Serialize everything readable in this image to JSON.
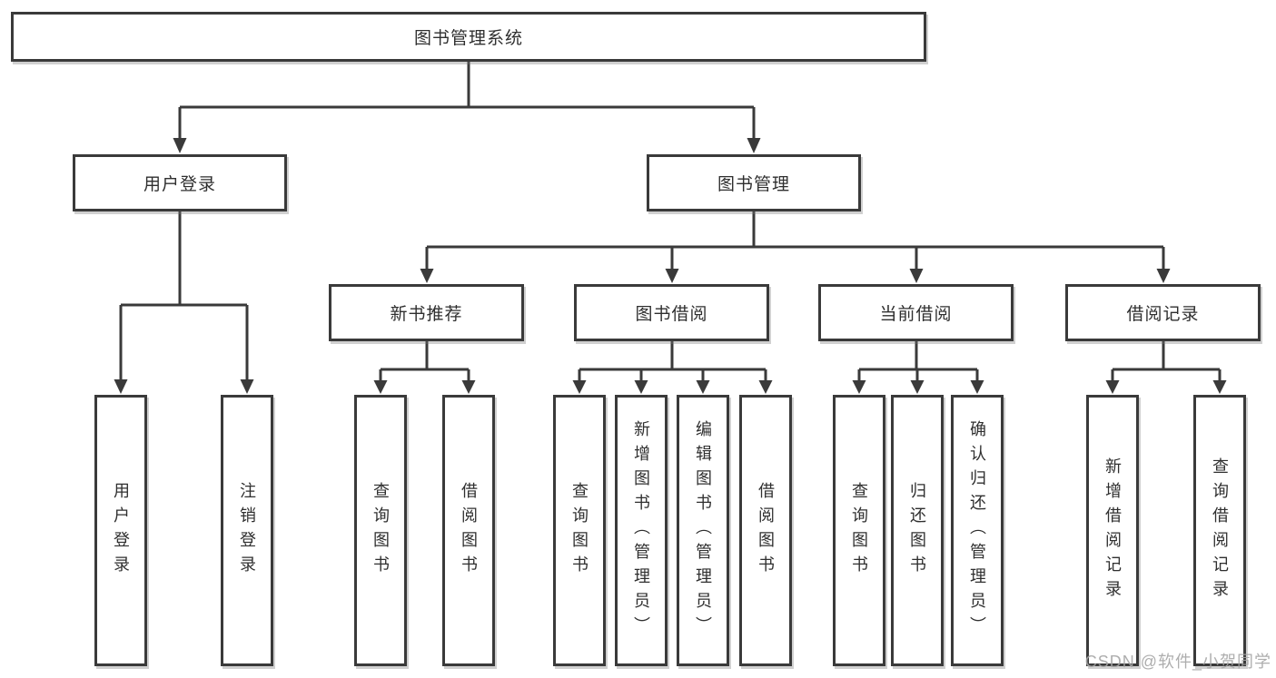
{
  "tree": {
    "label": "图书管理系统",
    "children": [
      {
        "label": "用户登录",
        "children": [
          {
            "label": "用户登录"
          },
          {
            "label": "注销登录"
          }
        ]
      },
      {
        "label": "图书管理",
        "children": [
          {
            "label": "新书推荐",
            "children": [
              {
                "label": "查询图书"
              },
              {
                "label": "借阅图书"
              }
            ]
          },
          {
            "label": "图书借阅",
            "children": [
              {
                "label": "查询图书"
              },
              {
                "label": "新增图书（管理员）"
              },
              {
                "label": "编辑图书（管理员）"
              },
              {
                "label": "借阅图书"
              }
            ]
          },
          {
            "label": "当前借阅",
            "children": [
              {
                "label": "查询图书"
              },
              {
                "label": "归还图书"
              },
              {
                "label": "确认归还（管理员）"
              }
            ]
          },
          {
            "label": "借阅记录",
            "children": [
              {
                "label": "新增借阅记录"
              },
              {
                "label": "查询借阅记录"
              }
            ]
          }
        ]
      }
    ]
  },
  "watermark": "CSDN @软件_小贺同学",
  "colors": {
    "line": "#3a3a3a",
    "box_border": "#3a3a3a",
    "text": "#2f2f2f",
    "background": "#ffffff",
    "watermark": "#a5a5a5"
  }
}
